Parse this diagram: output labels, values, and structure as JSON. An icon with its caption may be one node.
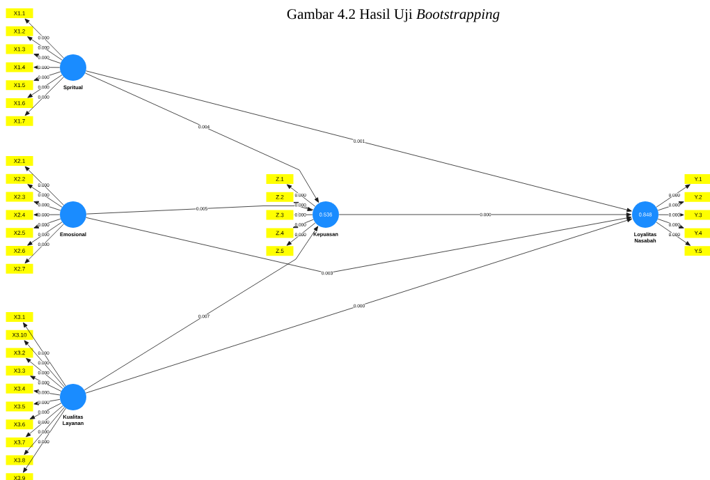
{
  "diagram": {
    "title": "Gambar 4.2 Hasil Uji *Bootstrapping*",
    "nodes": [
      {
        "text": [
          "X1.1"
        ]
      },
      {
        "text": [
          "X1.2"
        ]
      },
      {
        "text": [
          "X1.3"
        ]
      },
      {
        "text": [
          "X1.4"
        ]
      },
      {
        "text": [
          "X1.5"
        ]
      },
      {
        "text": [
          "X1.6"
        ]
      },
      {
        "text": [
          "X1.7"
        ]
      },
      {
        "text": [
          "Spritual"
        ]
      },
      {
        "text": [
          "X2.1"
        ]
      },
      {
        "text": [
          "X2.2"
        ]
      },
      {
        "text": [
          "X2.3"
        ]
      },
      {
        "text": [
          "X2.4"
        ]
      },
      {
        "text": [
          "X2.5"
        ]
      },
      {
        "text": [
          "X2.6"
        ]
      },
      {
        "text": [
          "X2.7"
        ]
      },
      {
        "text": [
          "Emosional"
        ]
      },
      {
        "text": [
          "X3.1"
        ]
      },
      {
        "text": [
          "X3.10"
        ]
      },
      {
        "text": [
          "X3.2"
        ]
      },
      {
        "text": [
          "X3.3"
        ]
      },
      {
        "text": [
          "X3.4"
        ]
      },
      {
        "text": [
          "X3.5"
        ]
      },
      {
        "text": [
          "X3.6"
        ]
      },
      {
        "text": [
          "X3.7"
        ]
      },
      {
        "text": [
          "X3.8"
        ]
      },
      {
        "text": [
          "X3.9"
        ]
      },
      {
        "text": [
          "Kualitas Layanan"
        ]
      },
      {
        "text": [
          "Z.1"
        ]
      },
      {
        "text": [
          "Z.2"
        ]
      },
      {
        "text": [
          "Z.3"
        ]
      },
      {
        "text": [
          "Z.4"
        ]
      },
      {
        "text": [
          "Z.5"
        ]
      },
      {
        "text": [
          "0.536",
          "Kepuasan"
        ]
      },
      {
        "text": [
          "0.848",
          "Loyalitas Nasabah"
        ]
      },
      {
        "text": [
          "Y.1"
        ]
      },
      {
        "text": [
          "Y.2"
        ]
      },
      {
        "text": [
          "Y.3"
        ]
      },
      {
        "text": [
          "Y.4"
        ]
      },
      {
        "text": [
          "Y.5"
        ]
      }
    ],
    "edges": [
      {
        "from": 7,
        "to": 0,
        "arrow": "to",
        "label": "0.000"
      },
      {
        "from": 7,
        "to": 1,
        "arrow": "to",
        "label": "0.000"
      },
      {
        "from": 7,
        "to": 2,
        "arrow": "to",
        "label": "0.000"
      },
      {
        "from": 7,
        "to": 3,
        "arrow": "to",
        "label": "0.000"
      },
      {
        "from": 7,
        "to": 4,
        "arrow": "to",
        "label": "0.000"
      },
      {
        "from": 7,
        "to": 5,
        "arrow": "to",
        "label": "0.000"
      },
      {
        "from": 7,
        "to": 6,
        "arrow": "to",
        "label": "0.000"
      },
      {
        "from": 15,
        "to": 8,
        "arrow": "to",
        "label": "0.000"
      },
      {
        "from": 15,
        "to": 9,
        "arrow": "to",
        "label": "0.000"
      },
      {
        "from": 15,
        "to": 10,
        "arrow": "to",
        "label": "0.000"
      },
      {
        "from": 15,
        "to": 11,
        "arrow": "to",
        "label": "0.000"
      },
      {
        "from": 15,
        "to": 12,
        "arrow": "to",
        "label": "0.000"
      },
      {
        "from": 15,
        "to": 13,
        "arrow": "to",
        "label": "0.000"
      },
      {
        "from": 15,
        "to": 14,
        "arrow": "to",
        "label": "0.000"
      },
      {
        "from": 26,
        "to": 16,
        "arrow": "to",
        "label": "0.000"
      },
      {
        "from": 26,
        "to": 17,
        "arrow": "to",
        "label": "0.000"
      },
      {
        "from": 26,
        "to": 18,
        "arrow": "to",
        "label": "0.000"
      },
      {
        "from": 26,
        "to": 19,
        "arrow": "to",
        "label": "0.000"
      },
      {
        "from": 26,
        "to": 20,
        "arrow": "to",
        "label": "0.000"
      },
      {
        "from": 26,
        "to": 21,
        "arrow": "to",
        "label": "0.000"
      },
      {
        "from": 26,
        "to": 22,
        "arrow": "to",
        "label": "0.000"
      },
      {
        "from": 26,
        "to": 23,
        "arrow": "to",
        "label": "0.000"
      },
      {
        "from": 26,
        "to": 24,
        "arrow": "to",
        "label": "0.000"
      },
      {
        "from": 26,
        "to": 25,
        "arrow": "to",
        "label": "0.000"
      },
      {
        "from": 32,
        "to": 27,
        "arrow": "to",
        "label": "0.000"
      },
      {
        "from": 32,
        "to": 28,
        "arrow": "to",
        "label": "0.000"
      },
      {
        "from": 32,
        "to": 29,
        "arrow": "to",
        "label": "0.000"
      },
      {
        "from": 32,
        "to": 30,
        "arrow": "to",
        "label": "0.000"
      },
      {
        "from": 32,
        "to": 31,
        "arrow": "to",
        "label": "0.000"
      },
      {
        "from": 33,
        "to": 34,
        "arrow": "to",
        "label": "0.000"
      },
      {
        "from": 33,
        "to": 35,
        "arrow": "to",
        "label": "0.000"
      },
      {
        "from": 33,
        "to": 36,
        "arrow": "to",
        "label": "0.000"
      },
      {
        "from": 33,
        "to": 37,
        "arrow": "to",
        "label": "0.000"
      },
      {
        "from": 33,
        "to": 38,
        "arrow": "to",
        "label": "0.000"
      },
      {
        "from": 7,
        "to": 32,
        "arrow": "to",
        "label": "0.004"
      },
      {
        "from": 7,
        "to": 33,
        "arrow": "to",
        "label": "0.001"
      },
      {
        "from": 15,
        "to": 32,
        "arrow": "to",
        "label": "0.005"
      },
      {
        "from": 15,
        "to": 33,
        "arrow": "to",
        "label": "0.003"
      },
      {
        "from": 26,
        "to": 32,
        "arrow": "to",
        "label": "0.007"
      },
      {
        "from": 26,
        "to": 33,
        "arrow": "to",
        "label": "0.000"
      },
      {
        "from": 32,
        "to": 33,
        "arrow": "to",
        "label": "0.000"
      }
    ]
  }
}
